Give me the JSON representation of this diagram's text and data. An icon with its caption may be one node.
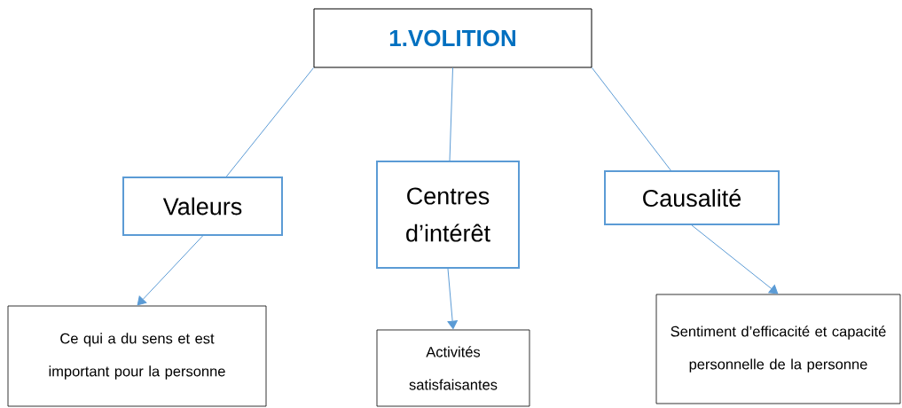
{
  "diagram": {
    "nodes": [
      {
        "text": [
          "1.VOLITION"
        ]
      },
      {
        "text": [
          "Valeurs"
        ]
      },
      {
        "text": [
          "Centres d’intérêt"
        ]
      },
      {
        "text": [
          "Causalité"
        ]
      },
      {
        "text": [
          "Ce qui a du sens et est important pour la personne"
        ]
      },
      {
        "text": [
          "Activités satisfaisantes"
        ]
      },
      {
        "text": [
          "Sentiment d’efficacité et capacité personnelle de la personne"
        ]
      }
    ],
    "edges": [
      {
        "from": 0,
        "to": 1,
        "arrow": "none"
      },
      {
        "from": 0,
        "to": 2,
        "arrow": "none"
      },
      {
        "from": 0,
        "to": 3,
        "arrow": "none"
      },
      {
        "from": 1,
        "to": 4,
        "arrow": "to"
      },
      {
        "from": 2,
        "to": 5,
        "arrow": "to"
      },
      {
        "from": 3,
        "to": 6,
        "arrow": "to"
      }
    ]
  }
}
